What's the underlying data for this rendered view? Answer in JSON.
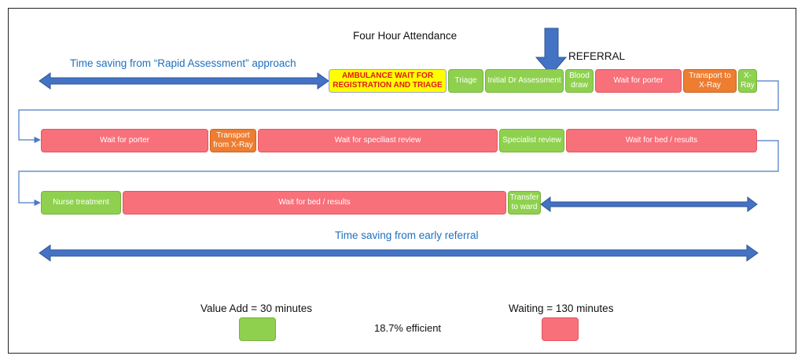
{
  "title": "Four Hour Attendance",
  "referral_label": "REFERRAL",
  "rapid_assessment_label": "Time saving from “Rapid Assessment” approach",
  "early_referral_label": "Time saving from early referral",
  "row1": [
    {
      "label": "AMBULANCE WAIT FOR REGISTRATION AND TRIAGE",
      "kind": "ambulance"
    },
    {
      "label": "Triage",
      "kind": "value"
    },
    {
      "label": "Initial Dr Assessment",
      "kind": "value"
    },
    {
      "label": "Blood draw",
      "kind": "value"
    },
    {
      "label": "Wait for porter",
      "kind": "wait"
    },
    {
      "label": "Transport to X-Ray",
      "kind": "transport"
    },
    {
      "label": "X-Ray",
      "kind": "value"
    }
  ],
  "row2": [
    {
      "label": "Wait for porter",
      "kind": "wait"
    },
    {
      "label": "Transport from X-Ray",
      "kind": "transport"
    },
    {
      "label": "Wait for speciliast review",
      "kind": "wait"
    },
    {
      "label": "Specialist review",
      "kind": "value"
    },
    {
      "label": "Wait for bed / results",
      "kind": "wait"
    }
  ],
  "row3": [
    {
      "label": "Nurse treatment",
      "kind": "value"
    },
    {
      "label": "Wait for bed / results",
      "kind": "wait"
    },
    {
      "label": "Transfer to ward",
      "kind": "value"
    }
  ],
  "legend": {
    "value_add": "Value Add = 30 minutes",
    "waiting": "Waiting = 130 minutes",
    "efficiency": "18.7% efficient"
  },
  "colors": {
    "value": "#8fd14f",
    "wait": "#f8707a",
    "transport": "#ed7d31",
    "ambulance": "#ffff00",
    "arrow": "#4472c4",
    "blue_text": "#1f70c1"
  }
}
